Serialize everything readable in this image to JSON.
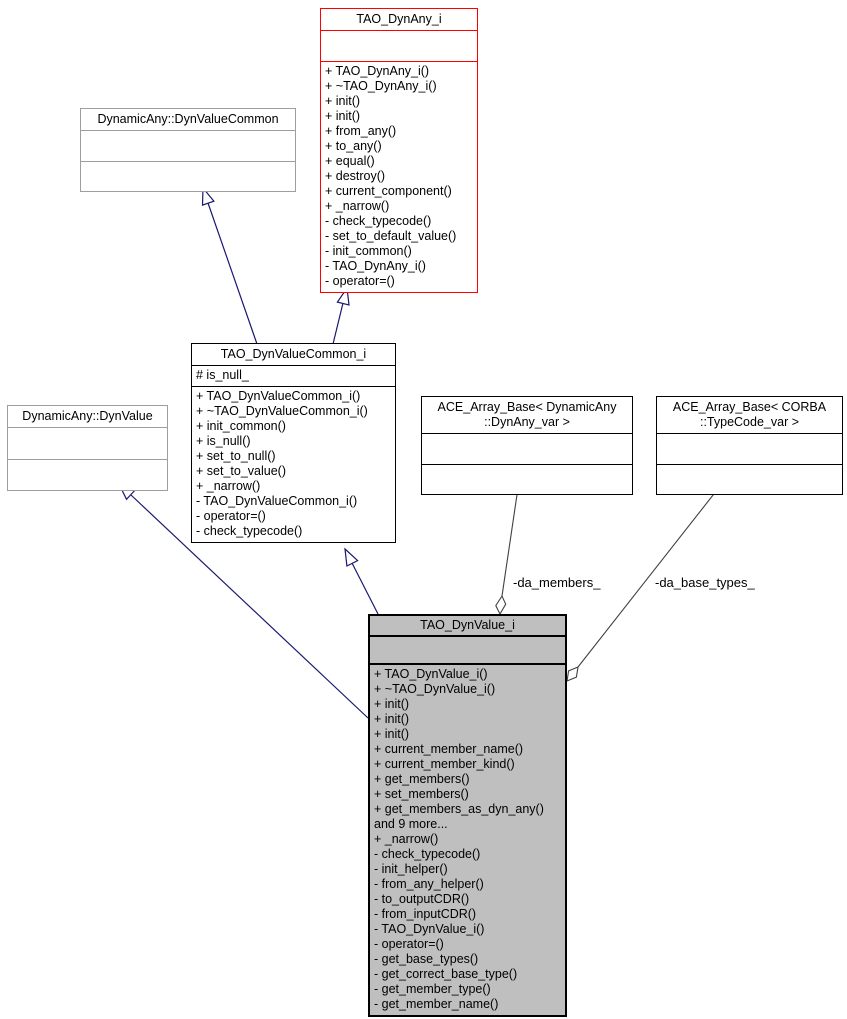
{
  "colors": {
    "highlight_border": "#ff0000",
    "inheritance_edge": "#191970",
    "aggregation_edge": "#404040",
    "selected_fill": "#bfbfbf",
    "external_border": "#9e9e9e"
  },
  "classes": {
    "tao_dynany_i": {
      "title": "TAO_DynAny_i",
      "attributes": [],
      "methods": [
        "+ TAO_DynAny_i()",
        "+ ~TAO_DynAny_i()",
        "+ init()",
        "+ init()",
        "+ from_any()",
        "+ to_any()",
        "+ equal()",
        "+ destroy()",
        "+ current_component()",
        "+ _narrow()",
        "- check_typecode()",
        "- set_to_default_value()",
        "- init_common()",
        "- TAO_DynAny_i()",
        "- operator=()"
      ]
    },
    "dynvaluecommon": {
      "title": "DynamicAny::DynValueCommon",
      "attributes": [],
      "methods": []
    },
    "tao_dynvaluecommon_i": {
      "title": "TAO_DynValueCommon_i",
      "attributes": [
        "# is_null_"
      ],
      "methods": [
        "+ TAO_DynValueCommon_i()",
        "+ ~TAO_DynValueCommon_i()",
        "+ init_common()",
        "+ is_null()",
        "+ set_to_null()",
        "+ set_to_value()",
        "+ _narrow()",
        "- TAO_DynValueCommon_i()",
        "- operator=()",
        "- check_typecode()"
      ]
    },
    "dynvalue": {
      "title": "DynamicAny::DynValue",
      "attributes": [],
      "methods": []
    },
    "ace_array_dynany": {
      "title": "ACE_Array_Base< DynamicAny\n::DynAny_var >",
      "attributes": [],
      "methods": []
    },
    "ace_array_typecode": {
      "title": "ACE_Array_Base< CORBA\n::TypeCode_var >",
      "attributes": [],
      "methods": []
    },
    "tao_dynvalue_i": {
      "title": "TAO_DynValue_i",
      "attributes": [],
      "methods": [
        "+ TAO_DynValue_i()",
        "+ ~TAO_DynValue_i()",
        "+ init()",
        "+ init()",
        "+ init()",
        "+ current_member_name()",
        "+ current_member_kind()",
        "+ get_members()",
        "+ set_members()",
        "+ get_members_as_dyn_any()",
        "and 9 more...",
        "+ _narrow()",
        "- check_typecode()",
        "- init_helper()",
        "- from_any_helper()",
        "- to_outputCDR()",
        "- from_inputCDR()",
        "- TAO_DynValue_i()",
        "- operator=()",
        "- get_base_types()",
        "- get_correct_base_type()",
        "- get_member_type()",
        "- get_member_name()"
      ]
    }
  },
  "edges": {
    "da_members_label": "-da_members_",
    "da_base_types_label": "-da_base_types_"
  }
}
